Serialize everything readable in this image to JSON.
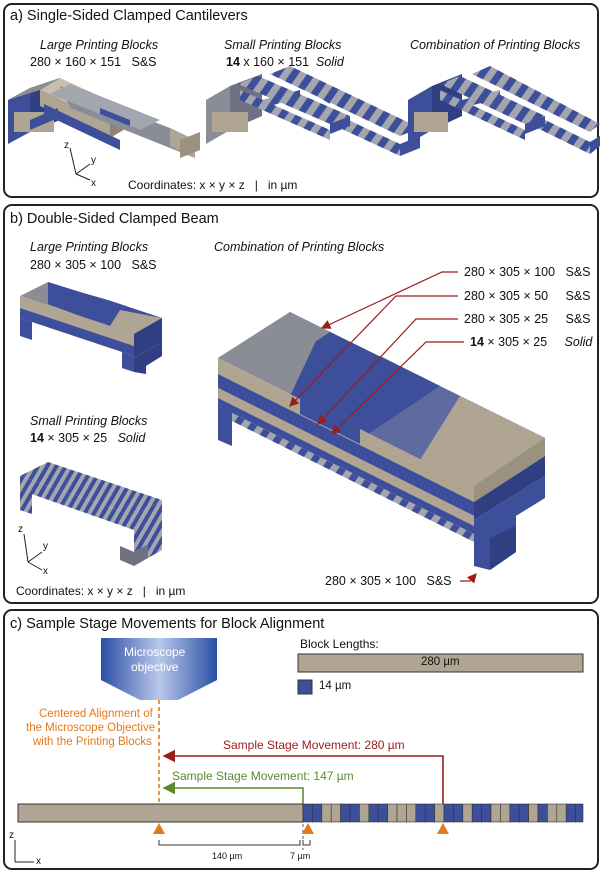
{
  "panel_a": {
    "title": "a) Single-Sided Clamped Cantilevers",
    "large": {
      "heading": "Large Printing Blocks",
      "dims": "280 × 160 × 151",
      "material": "S&S"
    },
    "small": {
      "heading": "Small Printing Blocks",
      "dims_bold": "14",
      "dims_rest": " x 160 × 151",
      "material": "Solid"
    },
    "combo": {
      "heading": "Combination of Printing Blocks"
    },
    "coords": "Coordinates: x × y × z   |   in µm",
    "axes": {
      "z": "z",
      "y": "y",
      "x": "x"
    }
  },
  "panel_b": {
    "title": "b) Double-Sided Clamped Beam",
    "large": {
      "heading": "Large Printing Blocks",
      "dims": "280 × 305 × 100",
      "material": "S&S"
    },
    "small": {
      "heading": "Small Printing Blocks",
      "dims_bold": "14",
      "dims_rest": " × 305 × 25",
      "material": "Solid"
    },
    "combo": {
      "heading": "Combination of Printing Blocks"
    },
    "callouts": [
      {
        "dims": "280 × 305 × 100",
        "material": "S&S",
        "bold": "",
        "italic": false
      },
      {
        "dims": "280 × 305 × 50",
        "material": "S&S",
        "bold": "",
        "italic": false
      },
      {
        "dims": "280 × 305 × 25",
        "material": "S&S",
        "bold": "",
        "italic": false
      },
      {
        "dims": " × 305 × 25",
        "material": "Solid",
        "bold": "14",
        "italic": true
      }
    ],
    "bottom_callout": {
      "dims": "280 × 305 × 100",
      "material": "S&S"
    },
    "coords": "Coordinates: x × y × z   |   in µm",
    "axes": {
      "z": "z",
      "y": "y",
      "x": "x"
    }
  },
  "panel_c": {
    "title": "c) Sample Stage Movements for Block Alignment",
    "objective_line1": "Microscope",
    "objective_line2": "objective",
    "block_lengths_label": "Block Lengths:",
    "long_block_label": "280 µm",
    "short_block_label": "14 µm",
    "alignment_note": [
      "Centered Alignment of",
      "the Microscope Objective",
      "with the Printing Blocks"
    ],
    "movement_280": "Sample Stage Movement: 280 µm",
    "movement_147": "Sample Stage Movement: 147 µm",
    "dim_140": "140 µm",
    "dim_7": "7 µm",
    "axes": {
      "z": "z",
      "x": "x"
    }
  },
  "colors": {
    "blue": "#3d4f9a",
    "tan": "#b0a593",
    "gray": "#8a8d96",
    "dark_red": "#9b1c1c",
    "green": "#5a8a2e",
    "orange": "#e07a1c"
  }
}
